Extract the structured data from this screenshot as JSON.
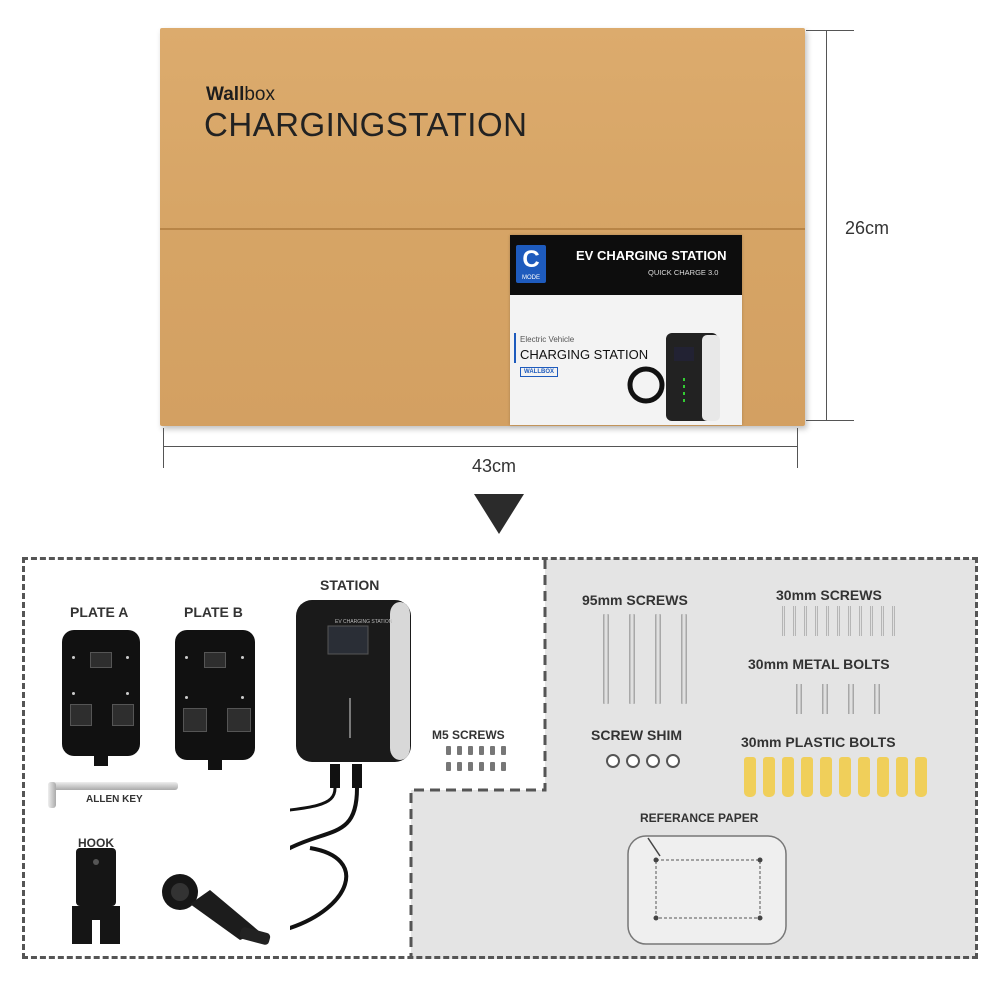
{
  "box": {
    "brand_bold": "Wall",
    "brand_rest": "box",
    "title": "CHARGINGSTATION",
    "label": {
      "mode_letter": "C",
      "mode_word": "MODE",
      "title": "EV CHARGING STATION",
      "subtitle": "QUICK CHARGE 3.0",
      "small_line": "Electric Vehicle",
      "product": "CHARGING STATION",
      "brand_tag": "WALLBOX"
    }
  },
  "dimensions": {
    "height": "26cm",
    "width": "43cm"
  },
  "contents": {
    "plate_a": "PLATE A",
    "plate_b": "PLATE B",
    "station": "STATION",
    "station_screen_text": "EV CHARGING STATION",
    "allen_key": "ALLEN KEY",
    "hook": "HOOK",
    "m5_screws": "M5 SCREWS",
    "screws_95": "95mm SCREWS",
    "screw_shim": "SCREW SHIM",
    "screws_30": "30mm SCREWS",
    "metal_bolts": "30mm METAL BOLTS",
    "plastic_bolts": "30mm PLASTIC BOLTS",
    "reference_paper": "REFERANCE PAPER"
  },
  "colors": {
    "cardboard": "#d9a86a",
    "accent_blue": "#1e5bbd",
    "bolt_yellow": "#f0cf5a"
  }
}
